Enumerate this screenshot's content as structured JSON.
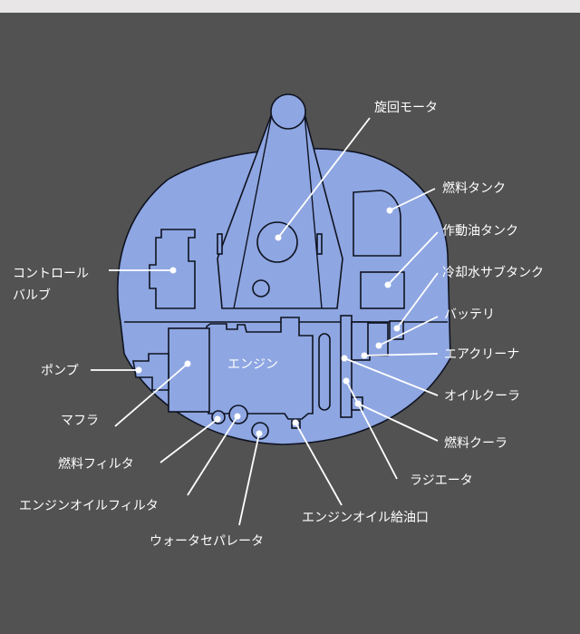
{
  "colors": {
    "background": "#525252",
    "frame": "#e8e6e6",
    "body_fill": "#8ea6e2",
    "outline": "#0f1320",
    "label": "#ffffff"
  },
  "labels": {
    "swing_motor": "旋回モータ",
    "fuel_tank": "燃料タンク",
    "hydraulic_tank": "作動油タンク",
    "coolant_subtank": "冷却水サブタンク",
    "battery": "バッテリ",
    "air_cleaner": "エアクリーナ",
    "oil_cooler": "オイルクーラ",
    "fuel_cooler": "燃料クーラ",
    "radiator": "ラジエータ",
    "engine_oil_filler": "エンジンオイル給油口",
    "water_separator": "ウォータセパレータ",
    "engine_oil_filter": "エンジンオイルフィルタ",
    "fuel_filter": "燃料フィルタ",
    "muffler": "マフラ",
    "pump": "ポンプ",
    "control_valve_line1": "コントロール",
    "control_valve_line2": "バルブ",
    "engine": "エンジン"
  }
}
